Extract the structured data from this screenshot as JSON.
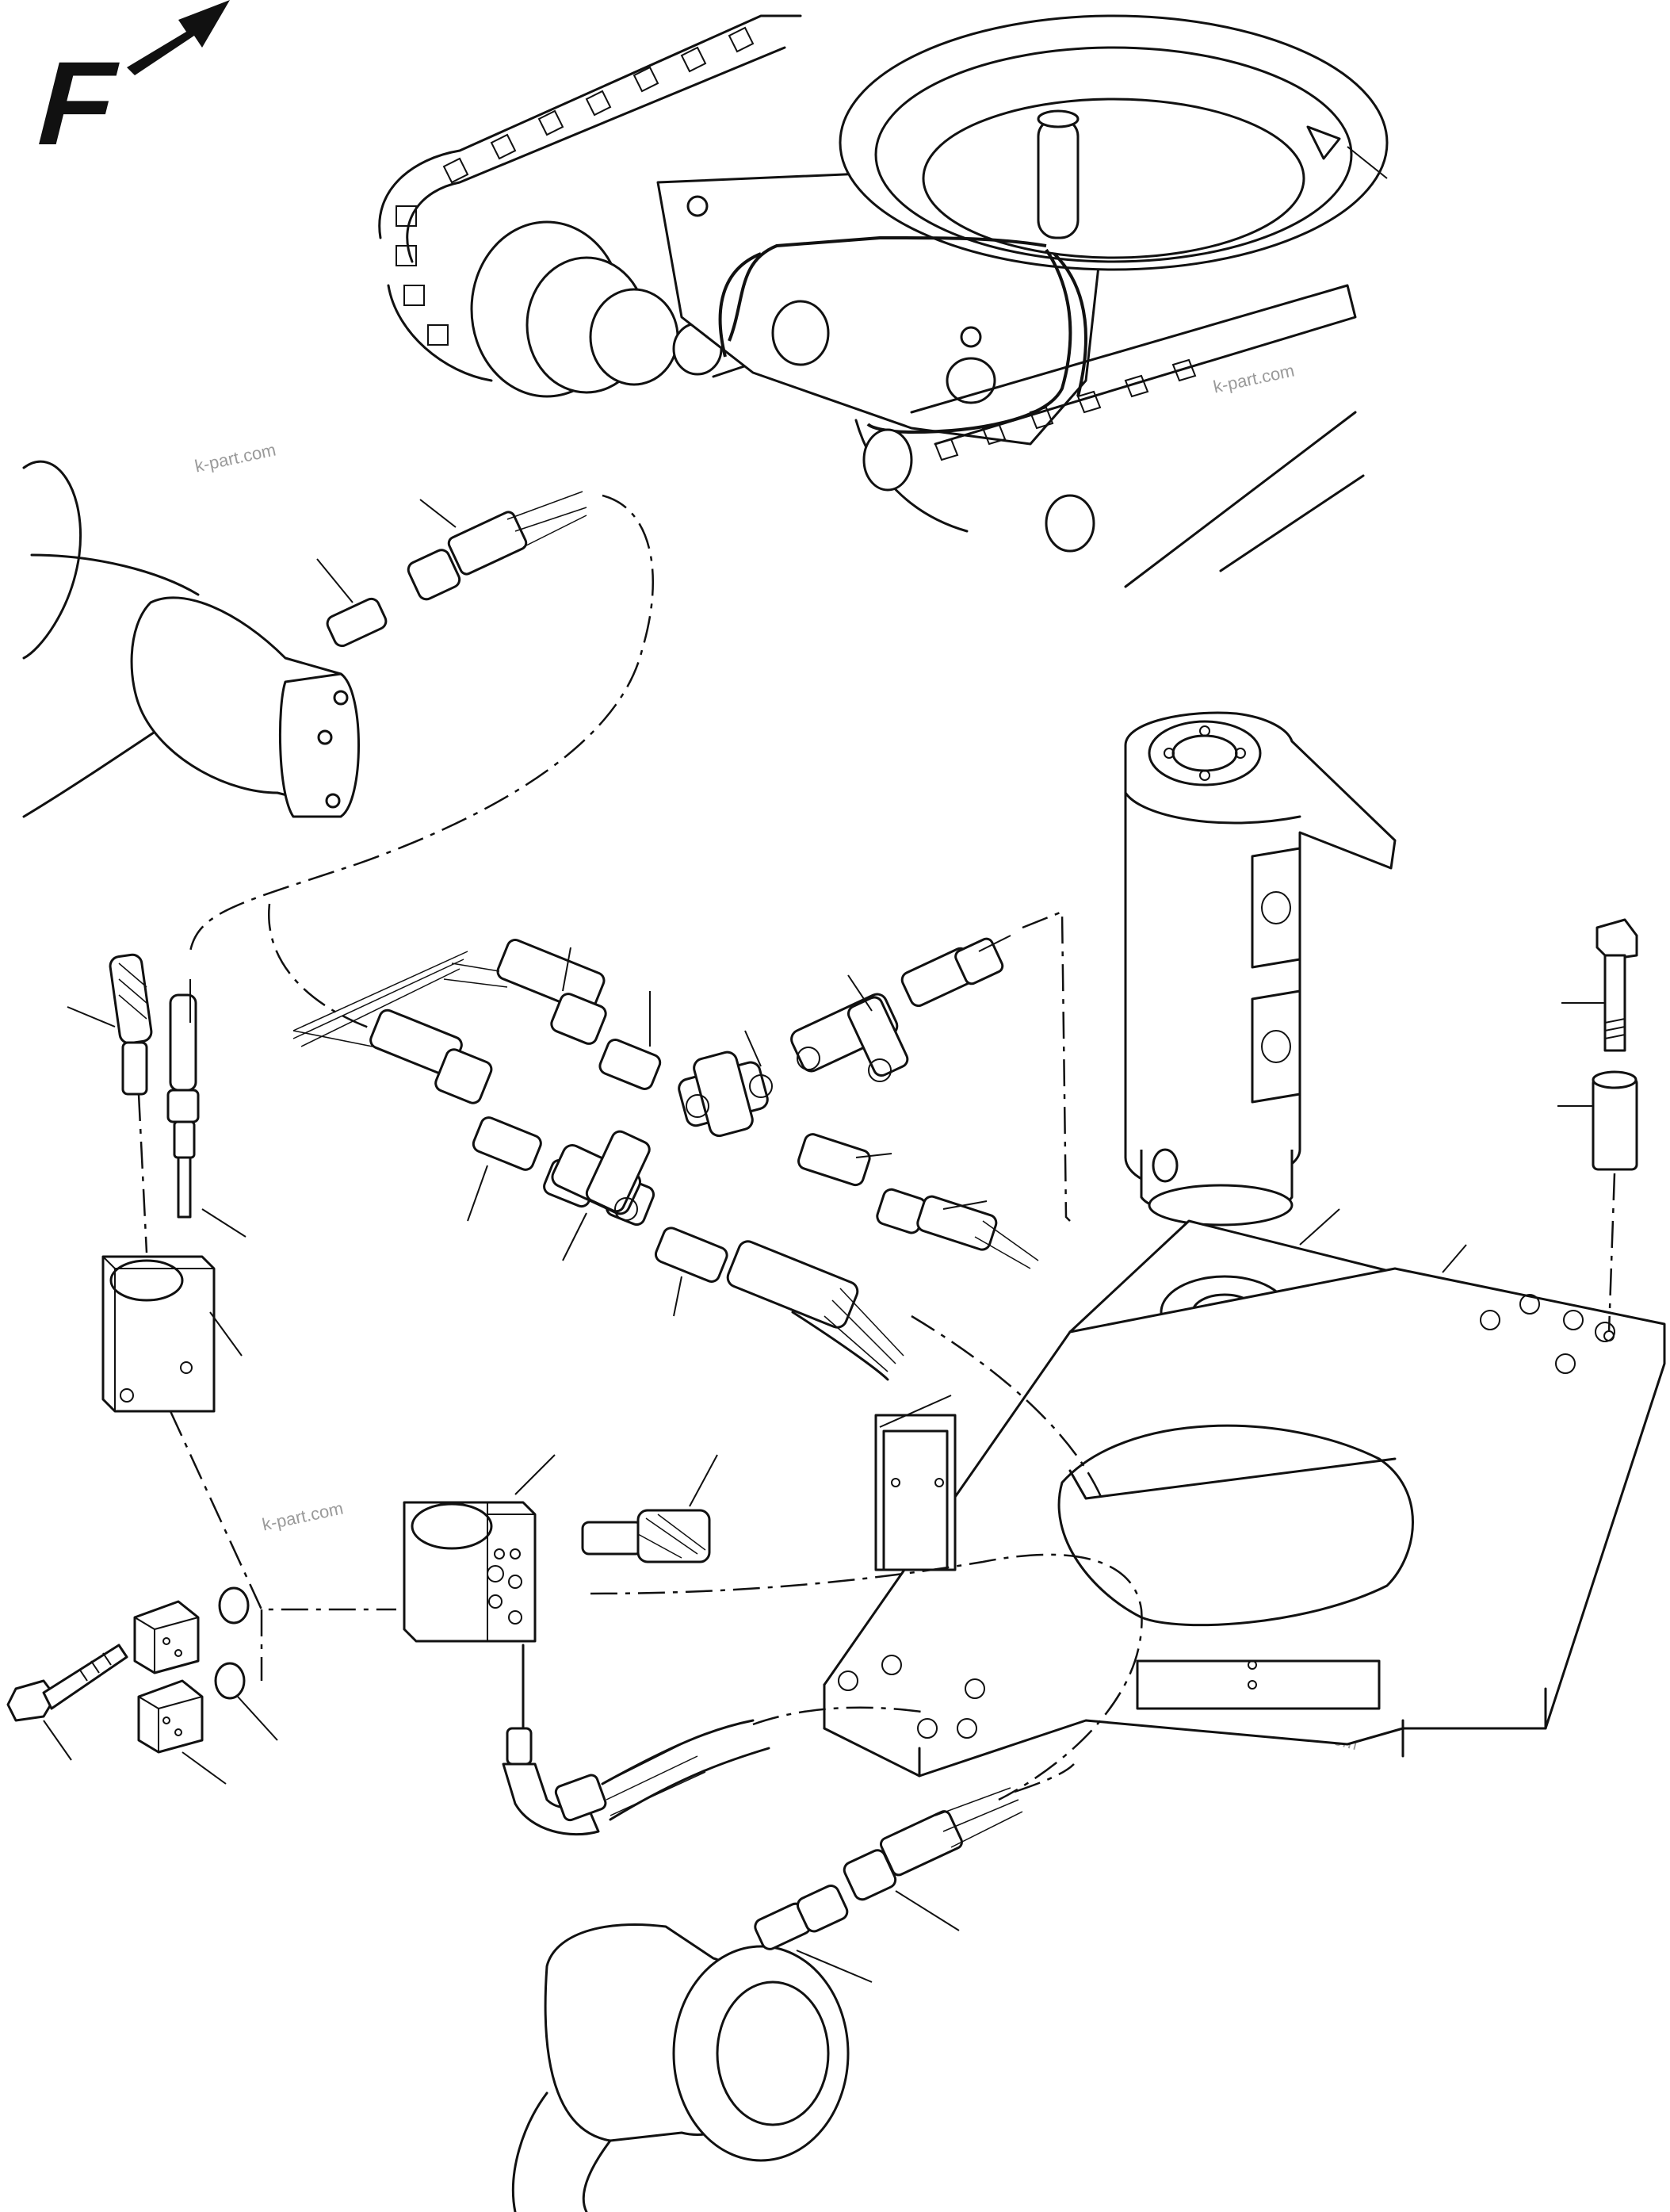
{
  "direction_marker": {
    "letter": "F",
    "icon": "arrow-icon"
  },
  "watermarks": [
    "k-part.com",
    "k-part.com",
    "k-part.com",
    "k-part.com"
  ]
}
